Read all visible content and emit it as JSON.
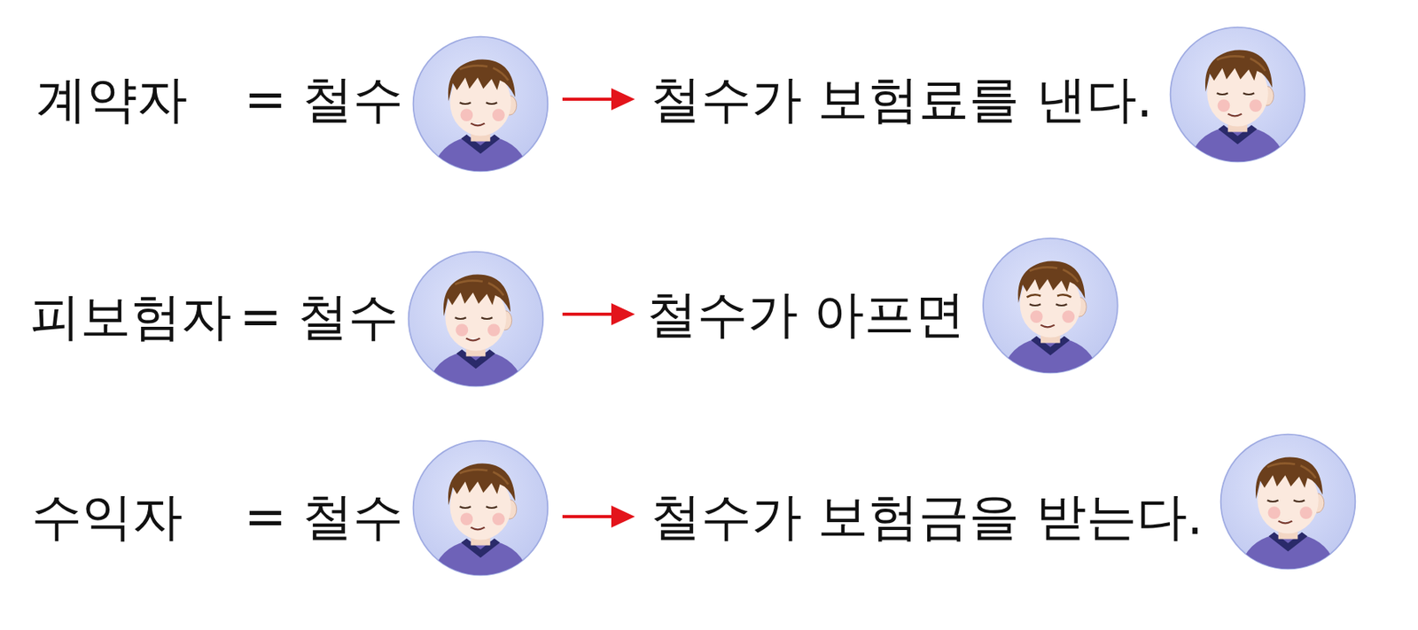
{
  "diagram": {
    "labels": [
      "계약자",
      "= 철수",
      "철수가 보험료를 낸다.",
      "피보험자",
      "= 철수",
      "철수가 아프면",
      "수익자",
      "= 철수",
      "철수가 보험금을 받는다."
    ]
  }
}
